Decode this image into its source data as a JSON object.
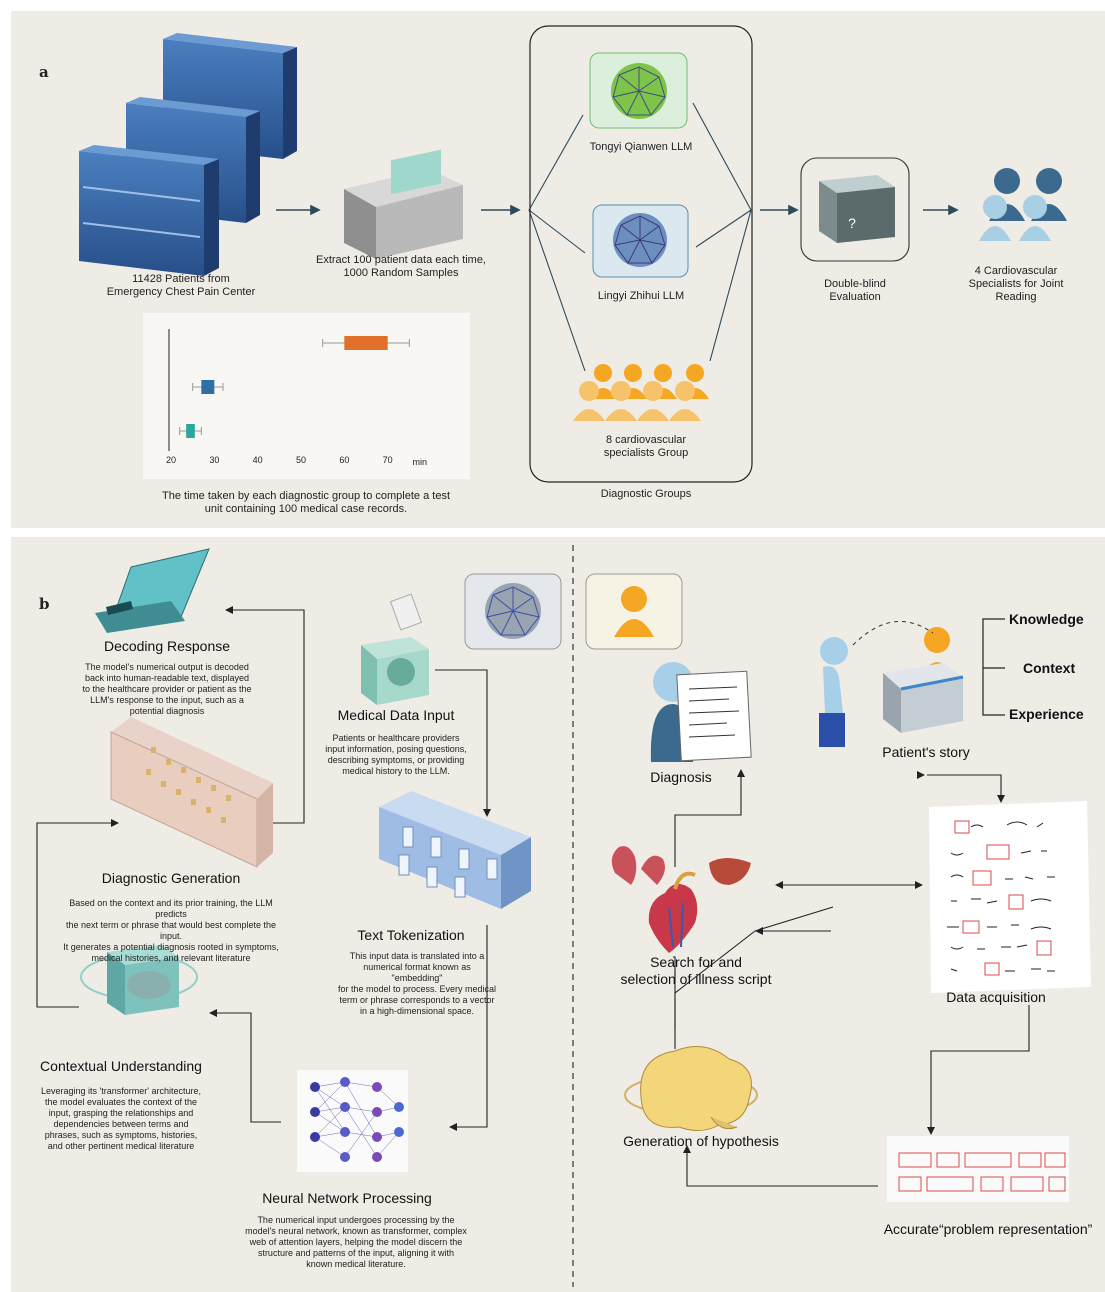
{
  "panel_a": {
    "label": "a",
    "patients": "11428 Patients from\nEmergency Chest Pain Center",
    "extract": "Extract 100 patient data each time,\n1000 Random Samples",
    "llm1": "Tongyi Qianwen LLM",
    "llm2": "Lingyi Zhihui LLM",
    "specialists_group": "8 cardiovascular\nspecialists Group",
    "diagnostic_groups": "Diagnostic Groups",
    "evaluation": "Double-blind\nEvaluation",
    "eval_box_symbol": "?",
    "joint_reading": "4 Cardiovascular\nSpecialists for Joint\nReading",
    "box_caption": "The time taken by each diagnostic group to complete a test\nunit containing 100 medical case records."
  },
  "chart_data": {
    "type": "box",
    "xlabel": "min",
    "xlim": [
      20,
      80
    ],
    "xticks": [
      20,
      30,
      40,
      50,
      60,
      70
    ],
    "groups": [
      {
        "color": "#e0702a",
        "whisker_low": 55,
        "q1": 60,
        "q3": 70,
        "whisker_high": 75
      },
      {
        "color": "#2f6fa6",
        "whisker_low": 25,
        "q1": 27,
        "q3": 30,
        "whisker_high": 32
      },
      {
        "color": "#2aa79b",
        "whisker_low": 22,
        "q1": 23.5,
        "q3": 25.5,
        "whisker_high": 27
      }
    ]
  },
  "panel_b": {
    "label": "b",
    "decoding_title": "Decoding Response",
    "decoding_desc": "The model's numerical output is decoded\nback into human-readable text, displayed\nto the healthcare provider or patient as the\nLLM's response to the input, such as a\npotential diagnosis",
    "generation_title": "Diagnostic Generation",
    "generation_desc": "Based on the context and its prior training, the LLM predicts\nthe next term or phrase that would best complete the input.\nIt generates a potential diagnosis rooted in symptoms,\nmedical histories, and relevant literature",
    "context_title": "Contextual Understanding",
    "context_desc": "Leveraging its 'transformer' architecture,\nthe model evaluates the context of the\ninput, grasping the relationships and\ndependencies between terms and\nphrases, such as symptoms, histories,\nand other pertinent medical literature",
    "input_title": "Medical Data Input",
    "input_desc": "Patients or healthcare providers\ninput information, posing questions,\ndescribing symptoms, or providing\nmedical history to the LLM.",
    "token_title": "Text Tokenization",
    "token_desc": "This input data is translated into a\nnumerical format known as \"embedding\"\nfor the model to process. Every medical\nterm or phrase corresponds to a vector\nin a high-dimensional space.",
    "nn_title": "Neural Network Processing",
    "nn_desc": "The numerical input undergoes processing by the\nmodel's neural network, known as transformer, complex\nweb of attention layers, helping the model discern the\nstructure and patterns of the input, aligning it with\nknown medical literature.",
    "diagnosis": "Diagnosis",
    "patients_story": "Patient's story",
    "knowledge": "Knowledge",
    "context": "Context",
    "experience": "Experience",
    "search": "Search for and\nselection of illness script",
    "data_acq": "Data acquisition",
    "hypothesis": "Generation of hypothesis",
    "problem_rep": "Accurate“problem representation”"
  }
}
